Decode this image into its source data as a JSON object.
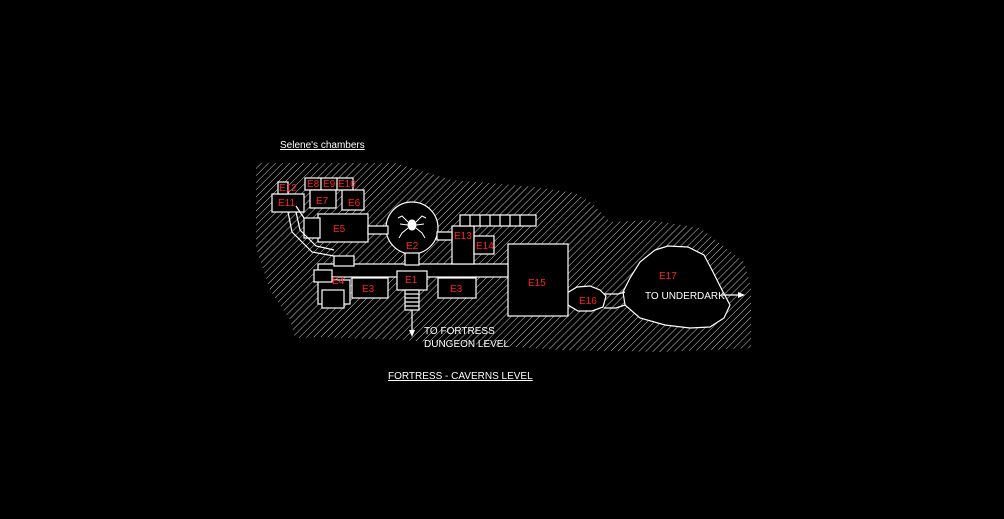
{
  "map": {
    "subtitle": "Selene's chambers",
    "title": "FORTRESS - CAVERNS LEVEL",
    "exit_dungeon_line1": "TO FORTRESS",
    "exit_dungeon_line2": "DUNGEON LEVEL",
    "exit_underdark": "TO UNDERDARK",
    "rooms": {
      "e1": "E1",
      "e2": "E2",
      "e3a": "E3",
      "e3b": "E3",
      "e4": "E4",
      "e5": "E5",
      "e6": "E6",
      "e7": "E7",
      "e8": "E8",
      "e9": "E9",
      "e10": "E10",
      "e11": "E11",
      "e12": "E12",
      "e13": "E13",
      "e14": "E14",
      "e15": "E15",
      "e16": "E16",
      "e17": "E17"
    },
    "colors": {
      "background": "#000000",
      "lines": "#ffffff",
      "room_labels": "#ff2020"
    }
  }
}
